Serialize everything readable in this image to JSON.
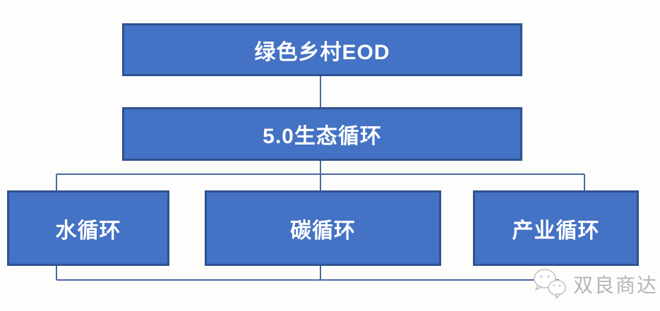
{
  "diagram": {
    "nodes": {
      "root": {
        "label": "绿色乡村EOD"
      },
      "level2": {
        "label": "5.0生态循环"
      },
      "children": [
        {
          "label": "水循环"
        },
        {
          "label": "碳循环"
        },
        {
          "label": "产业循环"
        }
      ]
    }
  },
  "watermark": {
    "text": "双良商达",
    "logo": "wechat-icon"
  },
  "colors": {
    "box_fill": "#4472c4",
    "box_border": "#2f528f",
    "connector_line": "#4a69a2",
    "text": "#ffffff",
    "watermark_text": "#b6b6b6",
    "background": "#fdfdfc"
  }
}
